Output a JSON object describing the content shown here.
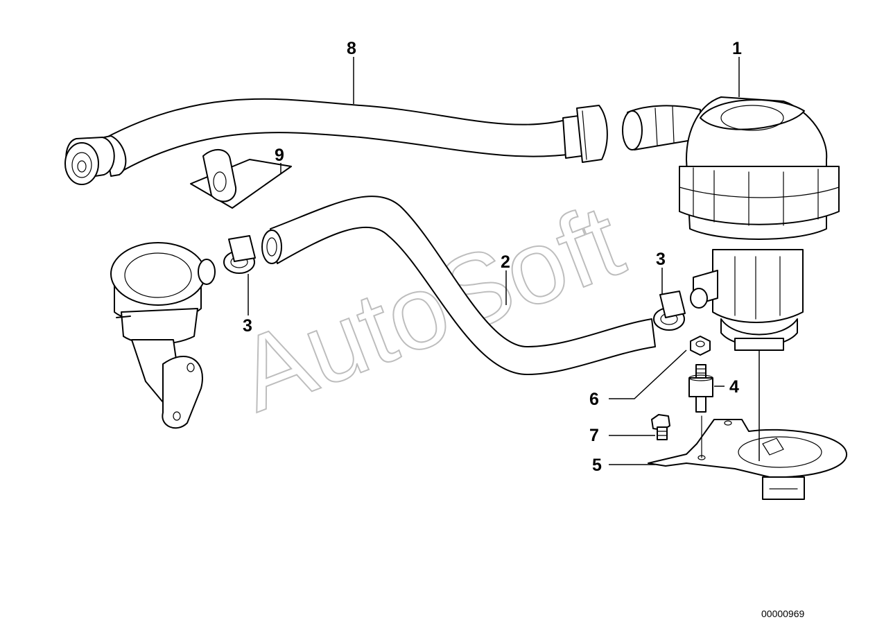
{
  "callouts": {
    "c1": "1",
    "c2": "2",
    "c3a": "3",
    "c3b": "3",
    "c4": "4",
    "c5": "5",
    "c6": "6",
    "c7": "7",
    "c8": "8",
    "c9": "9"
  },
  "diagram_id": "00000969",
  "watermark": "AutoSoft"
}
